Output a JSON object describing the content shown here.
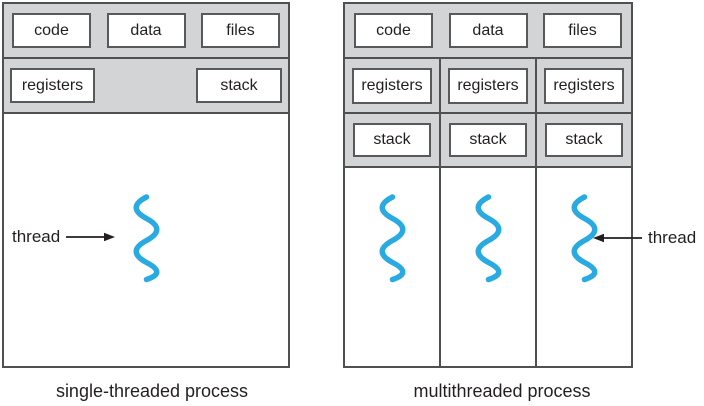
{
  "colors": {
    "band_gray": "#d2d4d5",
    "outer_border": "#4e5052",
    "box_border": "#58595b",
    "thread_blue": "#29abe2",
    "text": "#231f20"
  },
  "left_diagram": {
    "caption": "single-threaded process",
    "shared_boxes": [
      "code",
      "data",
      "files"
    ],
    "registers_label": "registers",
    "stack_label": "stack",
    "thread_label": "thread"
  },
  "right_diagram": {
    "caption": "multithreaded process",
    "shared_boxes": [
      "code",
      "data",
      "files"
    ],
    "columns": [
      {
        "registers": "registers",
        "stack": "stack"
      },
      {
        "registers": "registers",
        "stack": "stack"
      },
      {
        "registers": "registers",
        "stack": "stack"
      }
    ],
    "thread_label": "thread"
  }
}
